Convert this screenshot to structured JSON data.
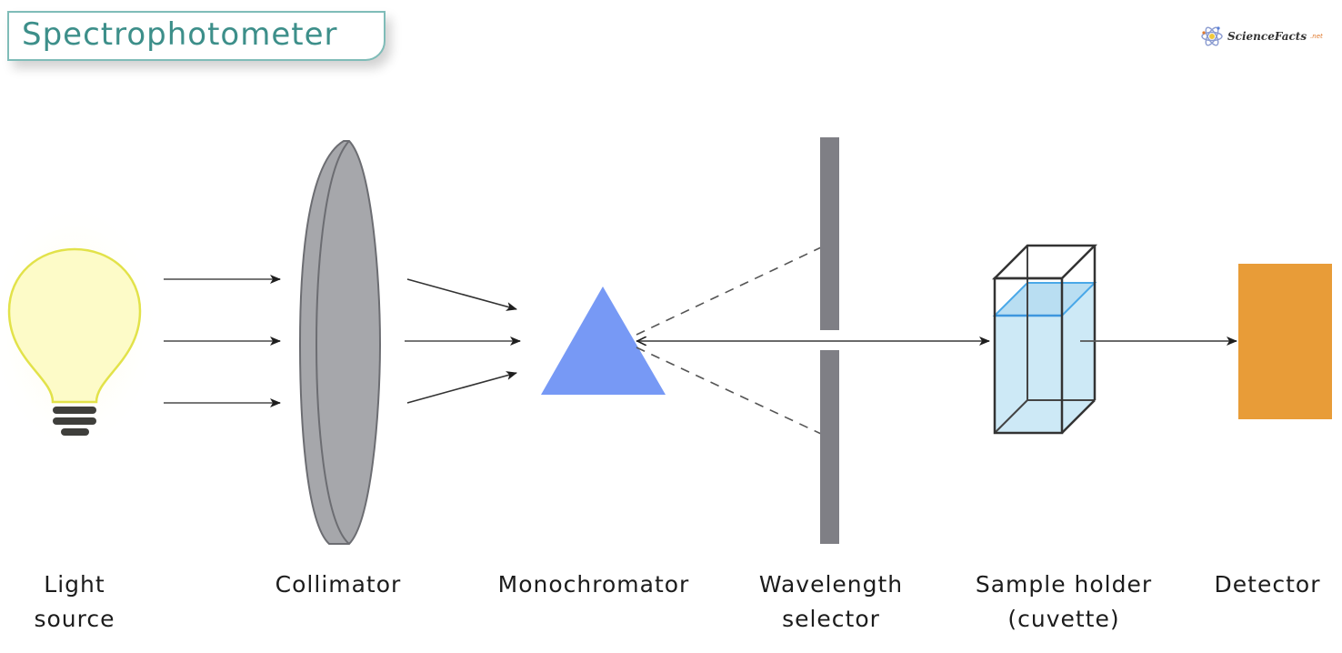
{
  "title": "Spectrophotometer",
  "logo": {
    "name": "ScienceFacts",
    "suffix": ".net",
    "icon": "atom-icon"
  },
  "components": [
    {
      "id": "light-source",
      "label_line1": "Light",
      "label_line2": "source",
      "icon": "light-bulb-icon",
      "color": "#fdfbc4",
      "outline": "#e3e34a"
    },
    {
      "id": "collimator",
      "label_line1": "Collimator",
      "label_line2": "",
      "icon": "lens-icon",
      "color": "#a6a7ab"
    },
    {
      "id": "monochromator",
      "label_line1": "Monochromator",
      "label_line2": "",
      "icon": "prism-icon",
      "color": "#7799f5"
    },
    {
      "id": "wavelength-selector",
      "label_line1": "Wavelength",
      "label_line2": "selector",
      "icon": "slit-icon",
      "color": "#7f7f85"
    },
    {
      "id": "sample-holder",
      "label_line1": "Sample holder",
      "label_line2": "(cuvette)",
      "icon": "cuvette-icon",
      "color": "#cde9f6",
      "liquid_outline": "#4aa8e8"
    },
    {
      "id": "detector",
      "label_line1": "Detector",
      "label_line2": "",
      "icon": "detector-icon",
      "color": "#e89c38"
    }
  ],
  "colors": {
    "title_text": "#3d8f8a",
    "title_border": "#7fbcb8",
    "arrow": "#2a2a2a"
  }
}
